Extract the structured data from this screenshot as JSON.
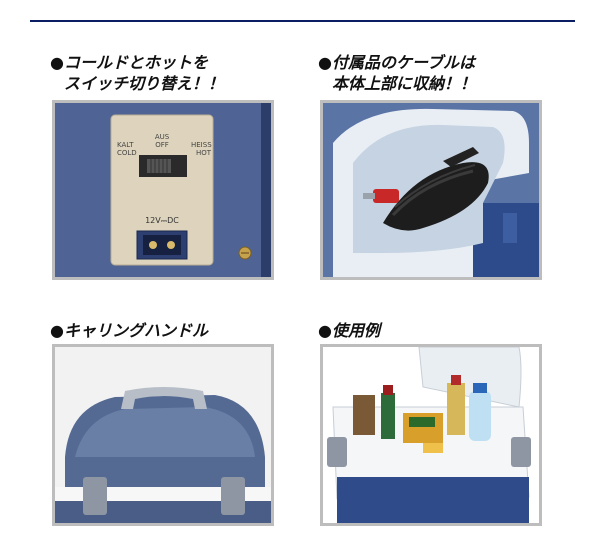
{
  "sections": [
    {
      "bullet": "●",
      "line1": "コールドとホットを",
      "line2": "スイッチ切り替え！！"
    },
    {
      "bullet": "●",
      "line1": "付属品のケーブルは",
      "line2": "本体上部に収納！！"
    },
    {
      "bullet": "●",
      "line1": "キャリングハンドル"
    },
    {
      "bullet": "●",
      "line1": "使用例"
    }
  ],
  "panel": {
    "aus": "AUS",
    "off": "OFF",
    "kalt": "KALT",
    "cold": "COLD",
    "heiss": "HEISS",
    "hot": "HOT",
    "dc": "12V⎓DC"
  },
  "colors": {
    "rule": "#0a1f63",
    "body_blue": "#4f6494",
    "frame_gray": "#bdbdbd"
  }
}
